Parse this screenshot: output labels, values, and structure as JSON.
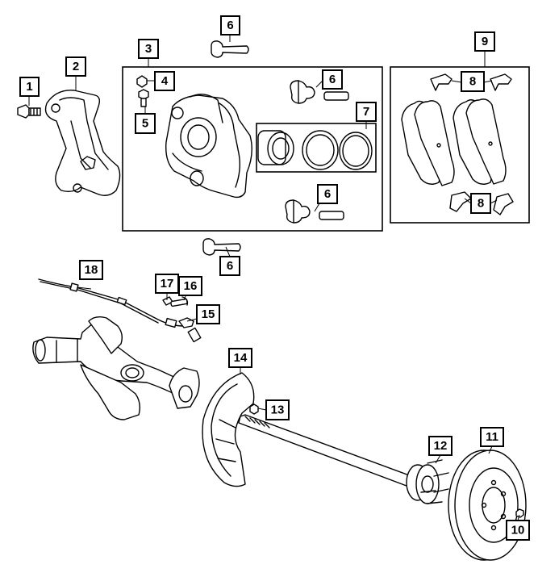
{
  "callouts": [
    {
      "id": "c1",
      "label": "1"
    },
    {
      "id": "c2",
      "label": "2"
    },
    {
      "id": "c3",
      "label": "3"
    },
    {
      "id": "c4",
      "label": "4"
    },
    {
      "id": "c5",
      "label": "5"
    },
    {
      "id": "c6a",
      "label": "6"
    },
    {
      "id": "c6b",
      "label": "6"
    },
    {
      "id": "c6c",
      "label": "6"
    },
    {
      "id": "c6d",
      "label": "6"
    },
    {
      "id": "c7",
      "label": "7"
    },
    {
      "id": "c8a",
      "label": "8"
    },
    {
      "id": "c8b",
      "label": "8"
    },
    {
      "id": "c9",
      "label": "9"
    },
    {
      "id": "c10",
      "label": "10"
    },
    {
      "id": "c11",
      "label": "11"
    },
    {
      "id": "c12",
      "label": "12"
    },
    {
      "id": "c13",
      "label": "13"
    },
    {
      "id": "c14",
      "label": "14"
    },
    {
      "id": "c15",
      "label": "15"
    },
    {
      "id": "c16",
      "label": "16"
    },
    {
      "id": "c17",
      "label": "17"
    },
    {
      "id": "c18",
      "label": "18"
    }
  ]
}
